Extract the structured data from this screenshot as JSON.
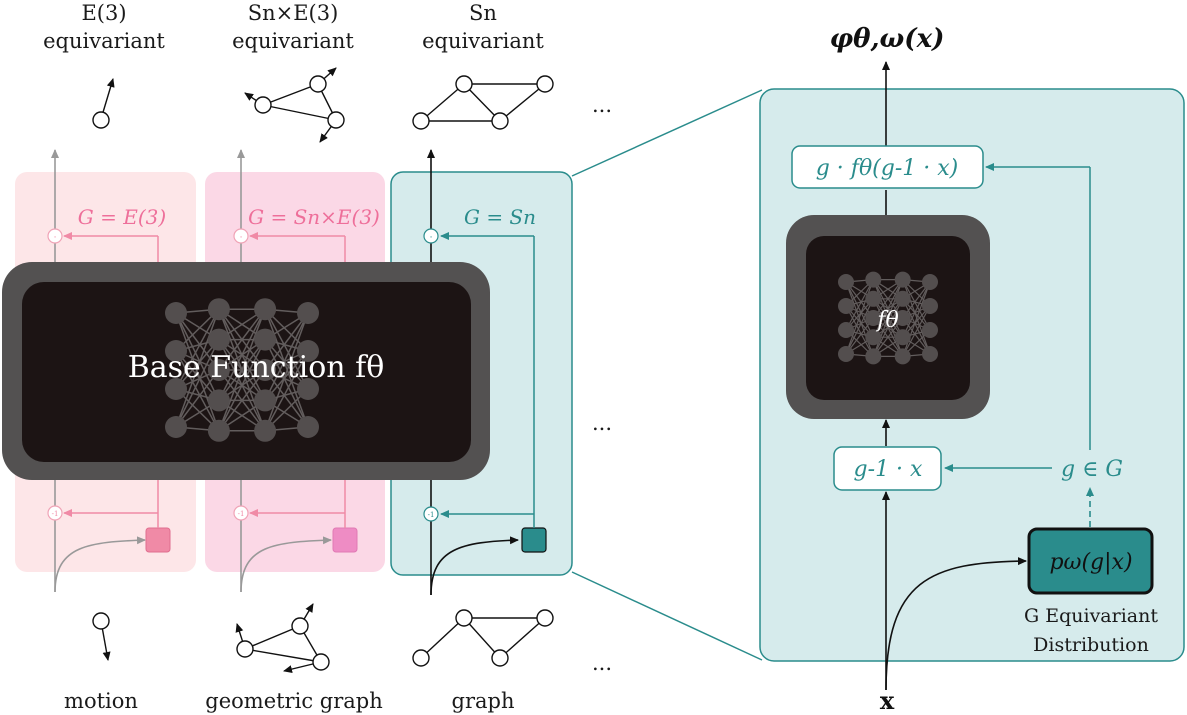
{
  "columns": [
    {
      "top_title": "E(3)",
      "top_subtitle": "equivariant",
      "group_label": "G = E(3)",
      "bottom_label": "motion"
    },
    {
      "top_title": "Sn×E(3)",
      "top_subtitle": "equivariant",
      "group_label": "G = Sn×E(3)",
      "bottom_label": "geometric graph"
    },
    {
      "top_title": "Sn",
      "top_subtitle": "equivariant",
      "group_label": "G = Sn",
      "bottom_label": "graph"
    }
  ],
  "ellipsis": "...",
  "base_function": {
    "label": "Base Function fθ"
  },
  "detail": {
    "output_label": "φθ,ω(x)",
    "top_box": "g · fθ(g-1 · x)",
    "inner_network_label": "fθ",
    "transform_box": "g-1 · x",
    "group_element": "g ∈ G",
    "distribution_box": "pω(g|x)",
    "distribution_caption_1": "G Equivariant",
    "distribution_caption_2": "Distribution",
    "input_label": "x"
  },
  "dot_symbol": "·",
  "inv_symbol": "-1",
  "colors": {
    "teal": "#2a8c8c",
    "teal_fill": "#d6ebec",
    "pink_light": "#fde6e8",
    "pink_mid": "#fbd8e6",
    "pink_stroke": "#f0a3b6",
    "pink_sample": "#f08aa6",
    "pink_sample_2": "#ee8cc4",
    "dark": "#1c1414",
    "gray_frame": "#535151"
  }
}
